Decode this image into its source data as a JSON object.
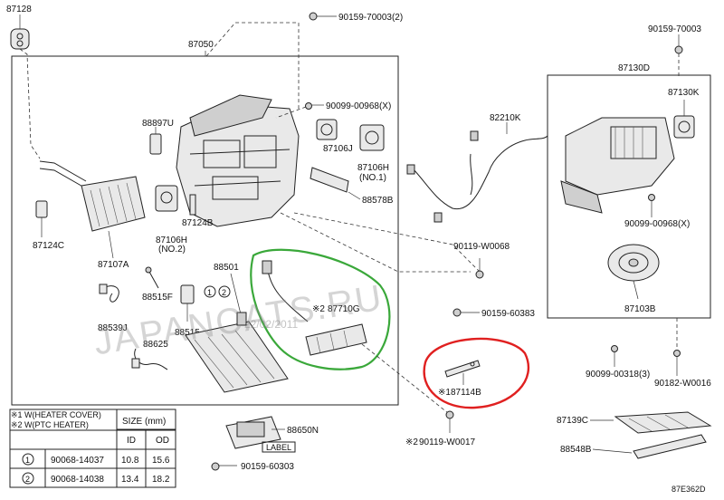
{
  "colors": {
    "green_highlight": "#3aa83a",
    "red_highlight": "#e02020",
    "line": "#222222"
  },
  "watermark": {
    "text": "JAPANCATS.RU",
    "small": "22/02/2011"
  },
  "diagram_code": "87E362D",
  "labels": {
    "p87128": "87128",
    "p90159_70003_2": "90159-70003(2)",
    "p87050": "87050",
    "p90159_70003": "90159-70003",
    "p90099_00968_a": "90099-00968(X)",
    "p88897u": "88897U",
    "p82210k": "82210K",
    "p87130d": "87130D",
    "p87130k": "87130K",
    "p87106j": "87106J",
    "p87106h_1": "87106H",
    "no1": "(NO.1)",
    "p88578b": "88578B",
    "p87124c": "87124C",
    "p87124b": "87124B",
    "p87106h_2": "87106H",
    "no2": "(NO.2)",
    "p90099_00968_b": "90099-00968(X)",
    "p90119_w0068": "90119-W0068",
    "p87107a": "87107A",
    "p88501": "88501",
    "p88515f": "88515F",
    "p87710g": "87710G",
    "mark2_87710g": "※2",
    "p90159_60383": "90159-60383",
    "p87103b": "87103B",
    "p88539j": "88539J",
    "p88515": "88515",
    "p88625": "88625",
    "p90099_00318": "90099-00318(3)",
    "p90182_w0016": "90182-W0016",
    "mark1_87114b": "※1",
    "p87114b": "87114B",
    "p87139c": "87139C",
    "p88650n": "88650N",
    "p88548b": "88548B",
    "label_tag": "LABEL",
    "p90119_w0017": "90119-W0017",
    "mark2_90119": "※2",
    "p90159_60303": "90159-60303",
    "circle1": "1",
    "circle2": "2"
  },
  "notes": {
    "note1": "※1 W(HEATER COVER)",
    "note2": "※2 W(PTC HEATER)"
  },
  "size_table": {
    "header_size": "SIZE (mm)",
    "header_id": "ID",
    "header_od": "OD",
    "rows": [
      {
        "mark": "1",
        "part": "90068-14037",
        "id": "10.8",
        "od": "15.6"
      },
      {
        "mark": "2",
        "part": "90068-14038",
        "id": "13.4",
        "od": "18.2"
      }
    ]
  }
}
